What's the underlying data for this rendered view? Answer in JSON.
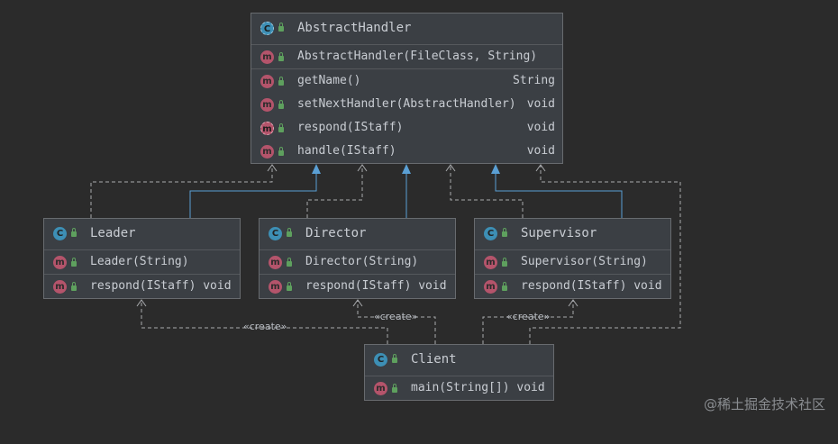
{
  "classes": {
    "abstract_handler": {
      "name": "AbstractHandler",
      "icon": "abstract-class-icon",
      "constructor": "AbstractHandler(FileClass, String)",
      "methods": [
        {
          "sig": "getName()",
          "ret": "String"
        },
        {
          "sig": "setNextHandler(AbstractHandler)",
          "ret": "void"
        },
        {
          "sig": "respond(IStaff)",
          "ret": "void"
        },
        {
          "sig": "handle(IStaff)",
          "ret": "void"
        }
      ]
    },
    "leader": {
      "name": "Leader",
      "constructor": "Leader(String)",
      "method": "respond(IStaff) void"
    },
    "director": {
      "name": "Director",
      "constructor": "Director(String)",
      "method": "respond(IStaff) void"
    },
    "supervisor": {
      "name": "Supervisor",
      "constructor": "Supervisor(String)",
      "method": "respond(IStaff) void"
    },
    "client": {
      "name": "Client",
      "method": "main(String[]) void"
    }
  },
  "relations": {
    "create_label": "«create»"
  },
  "colors": {
    "inheritance": "#5a9fd4",
    "dependency": "#a9abae",
    "class_icon": "#3d8fb5",
    "method_icon": "#b4546b"
  },
  "watermark": "@稀土掘金技术社区"
}
